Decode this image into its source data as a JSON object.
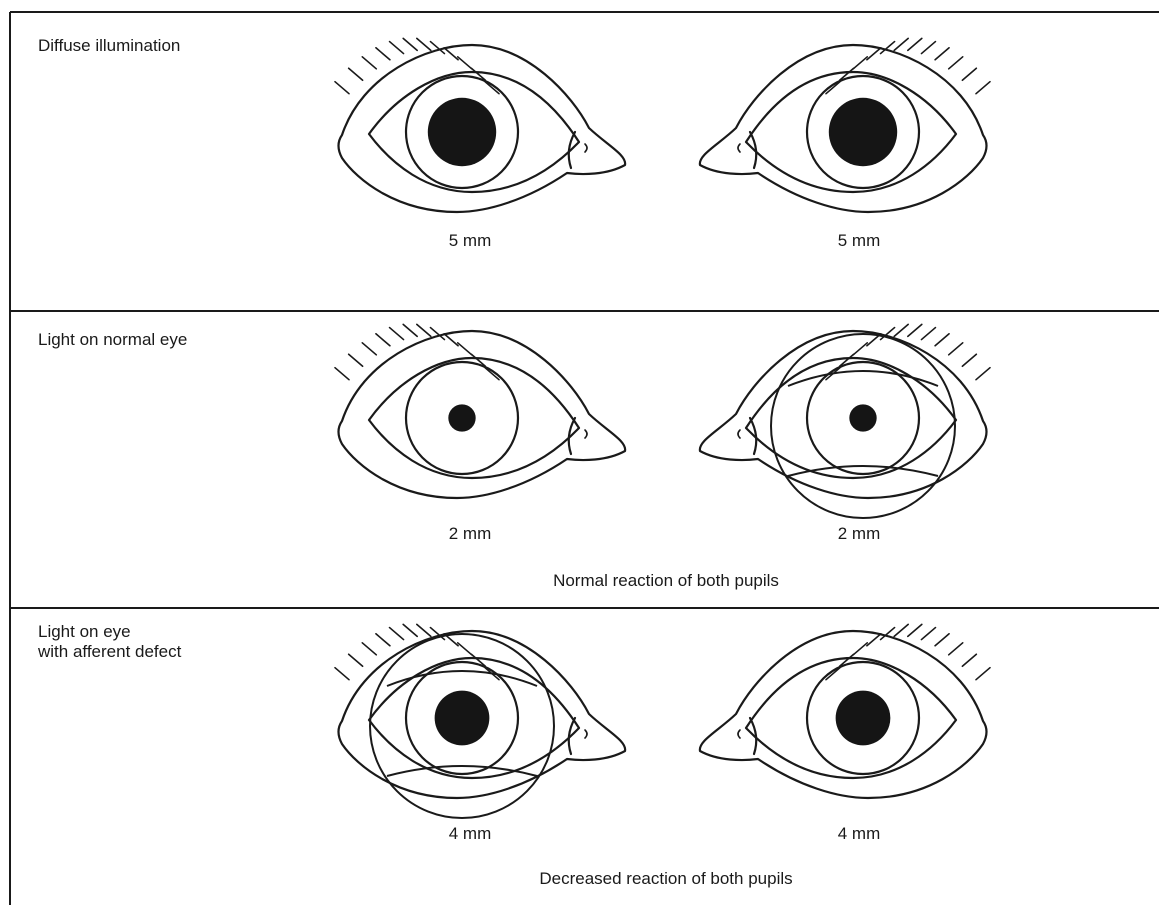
{
  "panels": [
    {
      "label_lines": [
        "Diffuse illumination"
      ],
      "left_eye": {
        "pupil_diameter": "5 mm",
        "light_applied": false
      },
      "right_eye": {
        "pupil_diameter": "5 mm",
        "light_applied": false
      },
      "caption": ""
    },
    {
      "label_lines": [
        "Light on normal eye"
      ],
      "left_eye": {
        "pupil_diameter": "2 mm",
        "light_applied": false
      },
      "right_eye": {
        "pupil_diameter": "2 mm",
        "light_applied": true
      },
      "caption": "Normal reaction of both pupils"
    },
    {
      "label_lines": [
        "Light on eye",
        "with afferent defect"
      ],
      "left_eye": {
        "pupil_diameter": "4 mm",
        "light_applied": true
      },
      "right_eye": {
        "pupil_diameter": "4 mm",
        "light_applied": false
      },
      "caption": "Decreased reaction of both pupils"
    }
  ]
}
